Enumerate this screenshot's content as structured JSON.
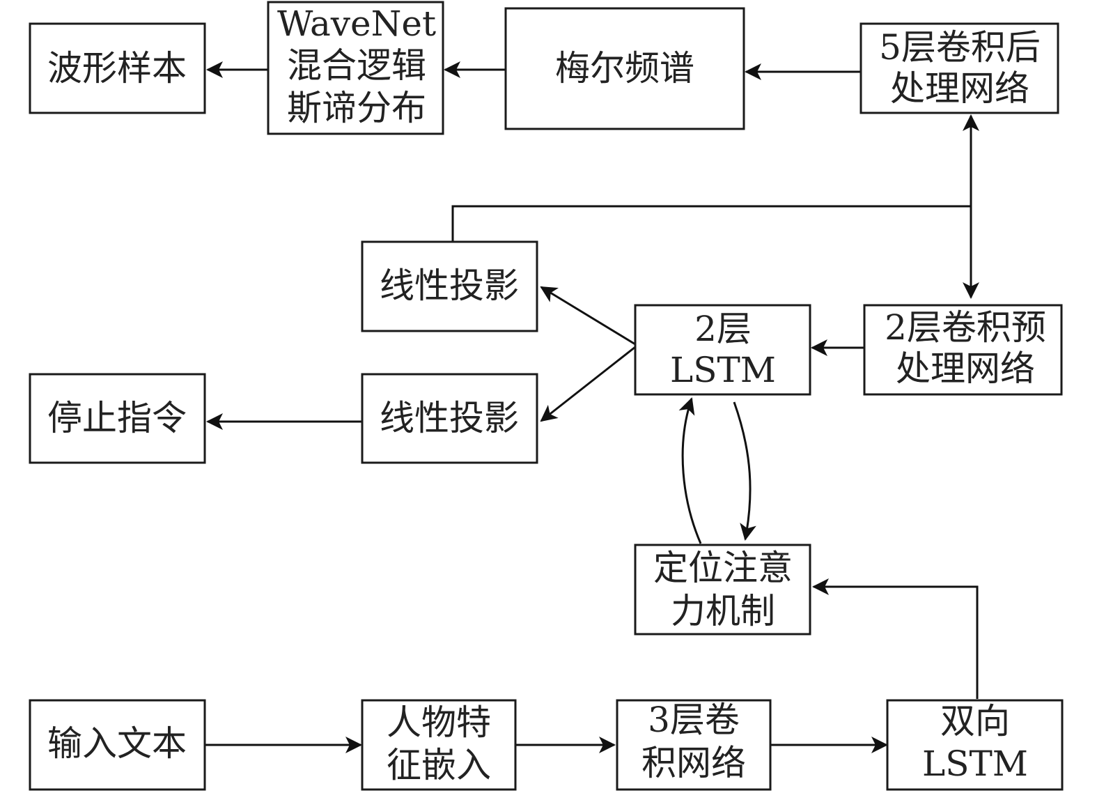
{
  "diagram": {
    "nodes": {
      "waveform_samples": {
        "lines": [
          "波形样本"
        ]
      },
      "wavenet": {
        "lines": [
          "WaveNet",
          "混合逻辑",
          "斯谛分布"
        ]
      },
      "mel_spectrogram": {
        "lines": [
          "梅尔频谱"
        ]
      },
      "postnet": {
        "lines": [
          "5层卷积后",
          "处理网络"
        ]
      },
      "linear_proj_top": {
        "lines": [
          "线性投影"
        ]
      },
      "lstm2": {
        "lines": [
          "2层",
          "LSTM"
        ]
      },
      "prenet": {
        "lines": [
          "2层卷积预",
          "处理网络"
        ]
      },
      "stop_token": {
        "lines": [
          "停止指令"
        ]
      },
      "linear_proj_bottom": {
        "lines": [
          "线性投影"
        ]
      },
      "attention": {
        "lines": [
          "定位注意",
          "力机制"
        ]
      },
      "input_text": {
        "lines": [
          "输入文本"
        ]
      },
      "char_embedding": {
        "lines": [
          "人物特",
          "征嵌入"
        ]
      },
      "conv3": {
        "lines": [
          "3层卷",
          "积网络"
        ]
      },
      "bilstm": {
        "lines": [
          "双向",
          "LSTM"
        ]
      }
    },
    "edges": [
      {
        "from": "input_text",
        "to": "char_embedding"
      },
      {
        "from": "char_embedding",
        "to": "conv3"
      },
      {
        "from": "conv3",
        "to": "bilstm"
      },
      {
        "from": "bilstm",
        "to": "attention"
      },
      {
        "from": "attention",
        "to": "lstm2"
      },
      {
        "from": "lstm2",
        "to": "attention"
      },
      {
        "from": "prenet",
        "to": "lstm2"
      },
      {
        "from": "lstm2",
        "to": "linear_proj_top"
      },
      {
        "from": "lstm2",
        "to": "linear_proj_bottom"
      },
      {
        "from": "linear_proj_bottom",
        "to": "stop_token"
      },
      {
        "from": "linear_proj_top",
        "to": "postnet"
      },
      {
        "from": "linear_proj_top",
        "to": "prenet"
      },
      {
        "from": "postnet",
        "to": "mel_spectrogram"
      },
      {
        "from": "mel_spectrogram",
        "to": "wavenet"
      },
      {
        "from": "wavenet",
        "to": "waveform_samples"
      }
    ]
  }
}
